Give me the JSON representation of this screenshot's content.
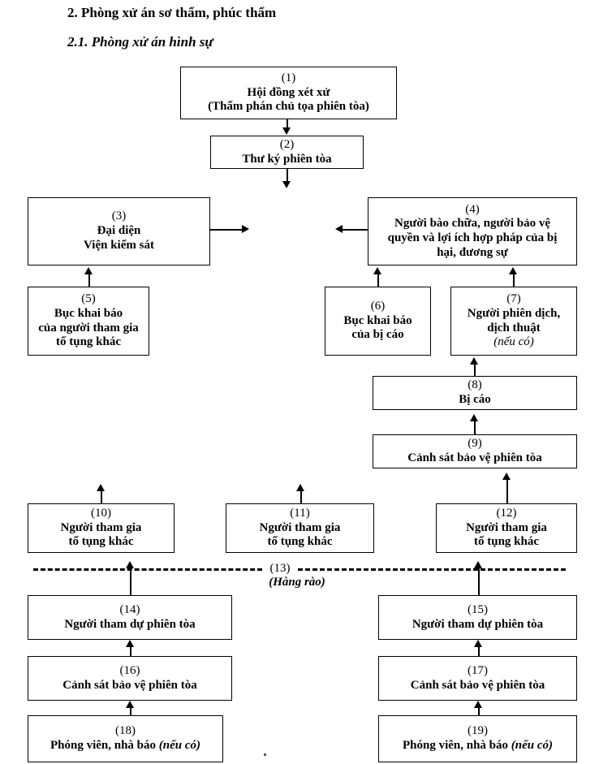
{
  "headings": {
    "main": "2. Phòng xử án sơ thẩm, phúc thẩm",
    "sub": "2.1. Phòng xử án hình sự"
  },
  "nodes": [
    {
      "id": "n1",
      "num": "(1)",
      "lines": [
        "Hội đồng xét xử",
        "(Thẩm phán chủ tọa phiên tòa)"
      ]
    },
    {
      "id": "n2",
      "num": "(2)",
      "lines": [
        "Thư ký phiên tòa"
      ]
    },
    {
      "id": "n3",
      "num": "(3)",
      "lines": [
        "Đại diện",
        "Viện kiểm sát"
      ]
    },
    {
      "id": "n4",
      "num": "(4)",
      "lines": [
        "Người bào chữa, người bảo vệ",
        "quyền và lợi ích hợp pháp của bị",
        "hại, đương sự"
      ]
    },
    {
      "id": "n5",
      "num": "(5)",
      "lines": [
        "Bục khai báo",
        "của người tham gia",
        "tố tụng khác"
      ]
    },
    {
      "id": "n6",
      "num": "(6)",
      "lines": [
        "Bục khai báo",
        "của bị cáo"
      ]
    },
    {
      "id": "n7",
      "num": "(7)",
      "lines": [
        "Người phiên dịch,",
        "dịch thuật"
      ],
      "optional": "(nếu có)"
    },
    {
      "id": "n8",
      "num": "(8)",
      "lines": [
        "Bị cáo"
      ]
    },
    {
      "id": "n9",
      "num": "(9)",
      "lines": [
        "Cảnh sát bảo vệ phiên tòa"
      ]
    },
    {
      "id": "n10",
      "num": "(10)",
      "lines": [
        "Người tham gia",
        "tố tụng  khác"
      ]
    },
    {
      "id": "n11",
      "num": "(11)",
      "lines": [
        "Người tham gia",
        "tố tụng  khác"
      ]
    },
    {
      "id": "n12",
      "num": "(12)",
      "lines": [
        "Người tham gia",
        "tố tụng  khác"
      ]
    },
    {
      "id": "n14",
      "num": "(14)",
      "lines": [
        "Người tham dự phiên tòa"
      ]
    },
    {
      "id": "n15",
      "num": "(15)",
      "lines": [
        "Người tham dự phiên tòa"
      ]
    },
    {
      "id": "n16",
      "num": "(16)",
      "lines": [
        "Cảnh sát bảo vệ phiên tòa"
      ]
    },
    {
      "id": "n17",
      "num": "(17)",
      "lines": [
        "Cảnh sát bảo vệ phiên tòa"
      ]
    },
    {
      "id": "n18",
      "num": "(18)",
      "lines": [
        "Phóng viên, nhà báo"
      ],
      "optional_inline": "(nếu có)"
    },
    {
      "id": "n19",
      "num": "(19)",
      "lines": [
        "Phóng viên, nhà báo"
      ],
      "optional_inline": "(nếu có)"
    }
  ],
  "fence": {
    "num": "(13)",
    "caption": "(Hàng rào)"
  },
  "colors": {
    "line": "#000000",
    "background": "#ffffff",
    "text": "#000000"
  }
}
